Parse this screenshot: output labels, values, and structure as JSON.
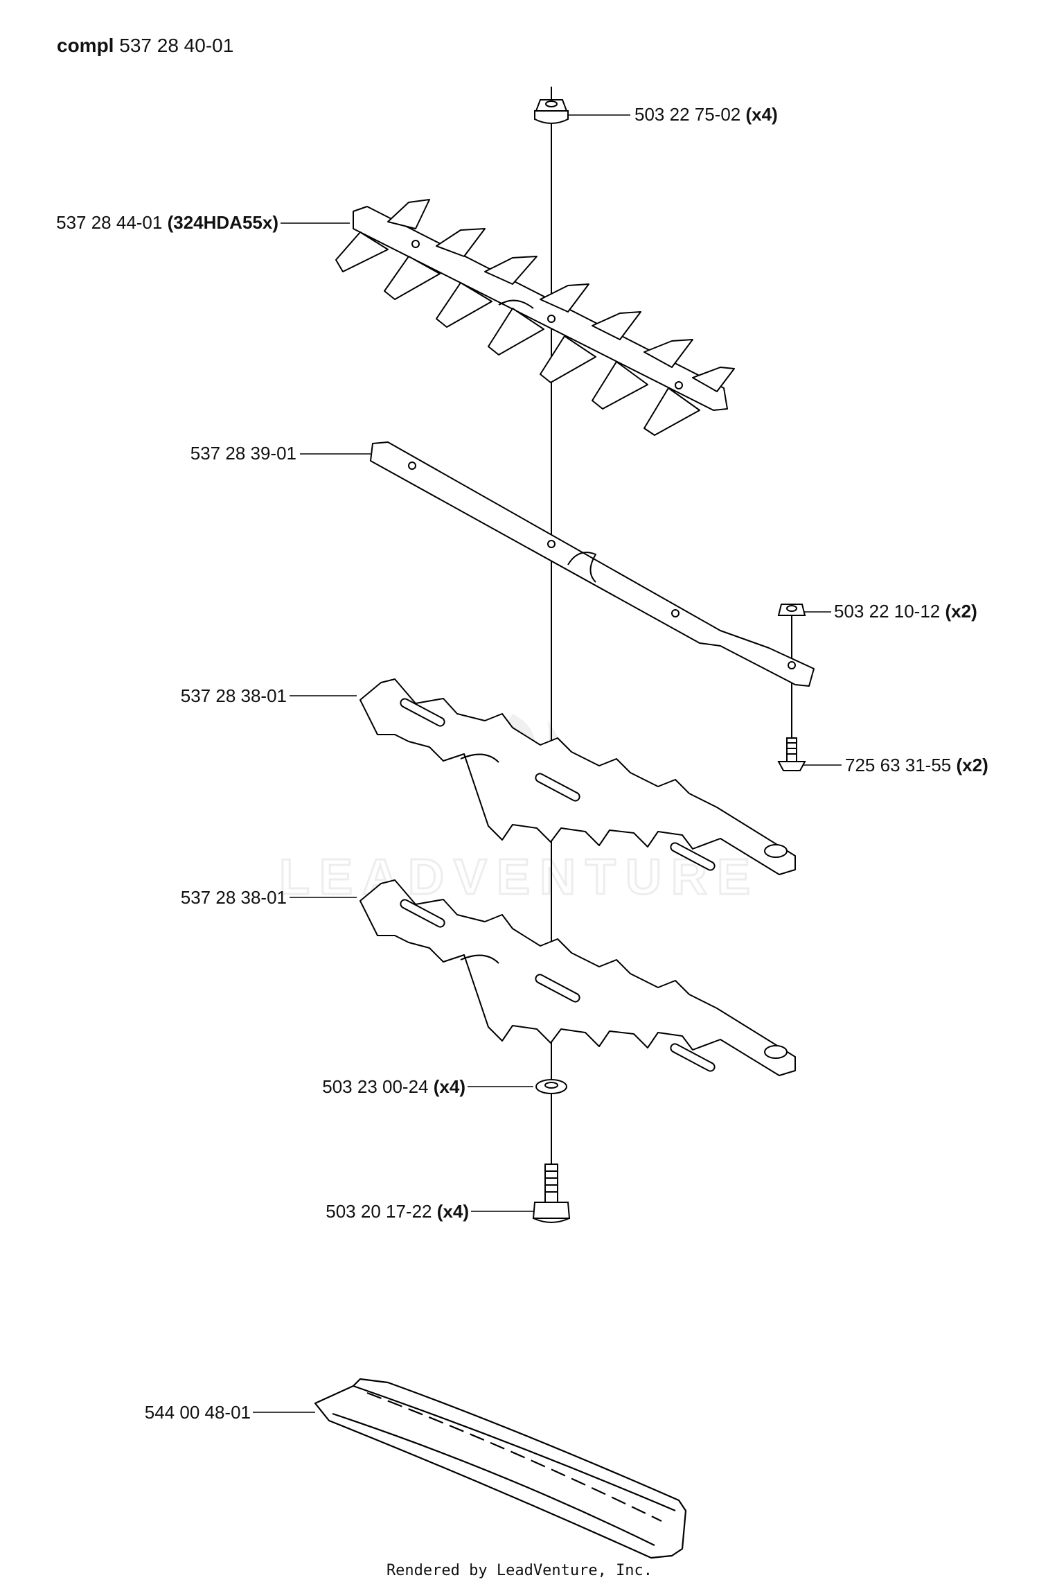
{
  "header": {
    "title_bold": "compl",
    "title_number": "537 28 40-01"
  },
  "parts": [
    {
      "id": "nut-top",
      "number": "503 22 75-02",
      "qty": "(x4)"
    },
    {
      "id": "blade-upper",
      "number": "537 28 44-01",
      "qty": "(324HDA55x)"
    },
    {
      "id": "guide-bar",
      "number": "537 28 39-01",
      "qty": ""
    },
    {
      "id": "nut-small",
      "number": "503 22 10-12",
      "qty": "(x2)"
    },
    {
      "id": "screw-small",
      "number": "725 63 31-55",
      "qty": "(x2)"
    },
    {
      "id": "blade-mid-1",
      "number": "537 28 38-01",
      "qty": ""
    },
    {
      "id": "blade-mid-2",
      "number": "537 28 38-01",
      "qty": ""
    },
    {
      "id": "washer",
      "number": "503 23 00-24",
      "qty": "(x4)"
    },
    {
      "id": "bolt",
      "number": "503 20 17-22",
      "qty": "(x4)"
    },
    {
      "id": "blade-guard",
      "number": "544 00 48-01",
      "qty": ""
    }
  ],
  "watermark": "LEADVENTURE",
  "footer": {
    "text": "Rendered by LeadVenture, Inc."
  }
}
